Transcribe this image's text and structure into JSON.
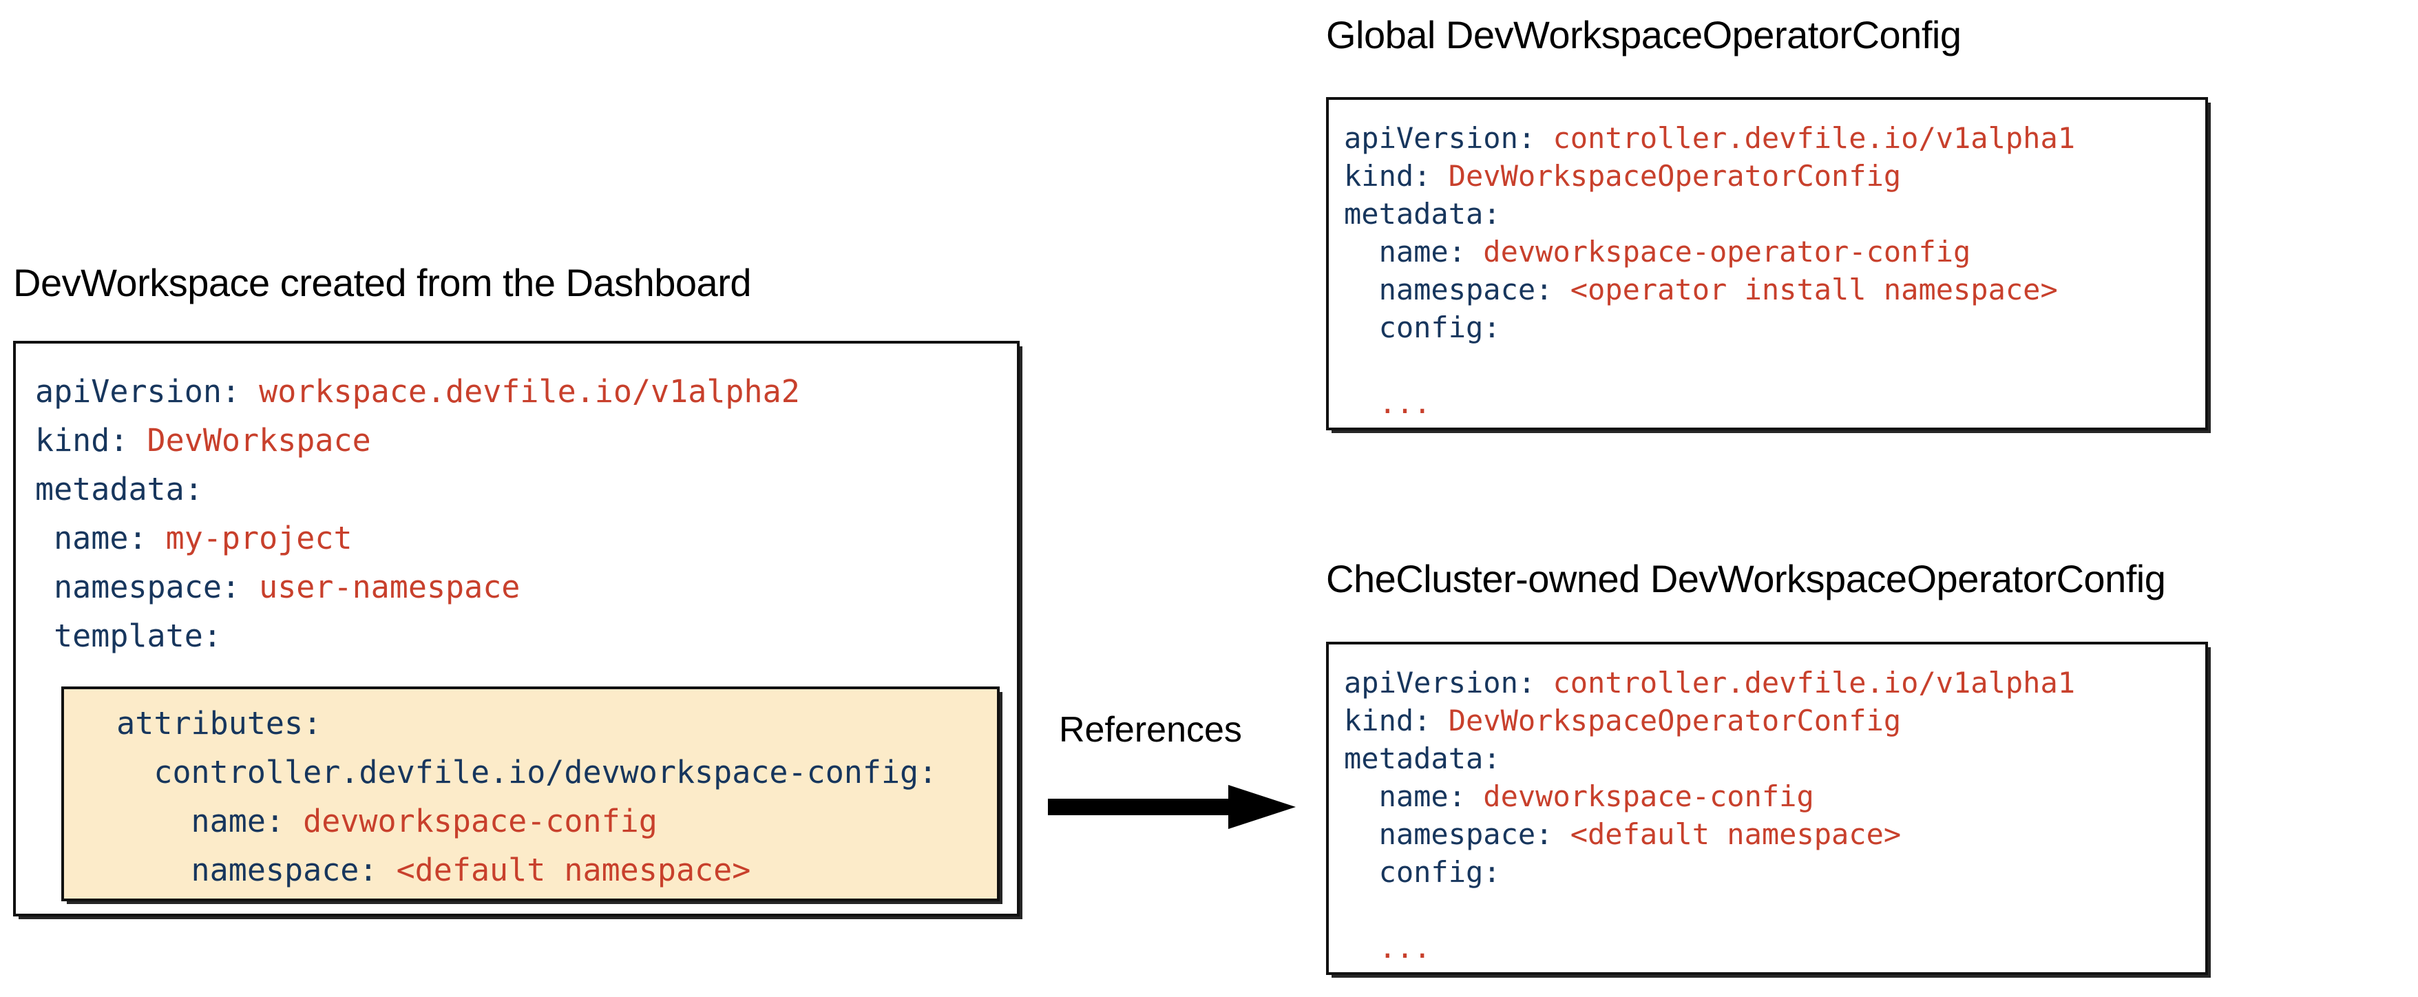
{
  "colors": {
    "key": "#17365d",
    "value": "#c8402c",
    "highlight_background": "#fcebc9",
    "border": "#111111",
    "title": "#000000"
  },
  "panels": {
    "left": {
      "title": "DevWorkspace created from the Dashboard",
      "code_lines": [
        {
          "key": "apiVersion:",
          "value": " workspace.devfile.io/v1alpha2"
        },
        {
          "key": "kind:",
          "value": " DevWorkspace"
        },
        {
          "key": "metadata:",
          "value": ""
        },
        {
          "key": " name:",
          "value": " my-project"
        },
        {
          "key": " namespace:",
          "value": " user-namespace"
        },
        {
          "key": " template:",
          "value": ""
        }
      ],
      "highlight": {
        "code_lines": [
          {
            "key": "  attributes:",
            "value": ""
          },
          {
            "key": "    controller.devfile.io/devworkspace-config:",
            "value": ""
          },
          {
            "key": "      name:",
            "value": " devworkspace-config"
          },
          {
            "key": "      namespace:",
            "value": " <default namespace>"
          }
        ]
      }
    },
    "global": {
      "title": "Global DevWorkspaceOperatorConfig",
      "code_lines": [
        {
          "key": "apiVersion:",
          "value": " controller.devfile.io/v1alpha1"
        },
        {
          "key": "kind:",
          "value": " DevWorkspaceOperatorConfig"
        },
        {
          "key": "metadata:",
          "value": ""
        },
        {
          "key": "  name:",
          "value": " devworkspace-operator-config"
        },
        {
          "key": "  namespace:",
          "value": " <operator install namespace>"
        },
        {
          "key": "  config:",
          "value": ""
        },
        {
          "key": "",
          "value": ""
        },
        {
          "key": "  ",
          "value": "..."
        }
      ]
    },
    "checluster": {
      "title": "CheCluster-owned DevWorkspaceOperatorConfig",
      "code_lines": [
        {
          "key": "apiVersion:",
          "value": " controller.devfile.io/v1alpha1"
        },
        {
          "key": "kind:",
          "value": " DevWorkspaceOperatorConfig"
        },
        {
          "key": "metadata:",
          "value": ""
        },
        {
          "key": "  name:",
          "value": " devworkspace-config"
        },
        {
          "key": "  namespace:",
          "value": " <default namespace>"
        },
        {
          "key": "  config:",
          "value": ""
        },
        {
          "key": "",
          "value": ""
        },
        {
          "key": "  ",
          "value": "..."
        }
      ]
    }
  },
  "connector": {
    "label": "References",
    "direction": "right"
  }
}
